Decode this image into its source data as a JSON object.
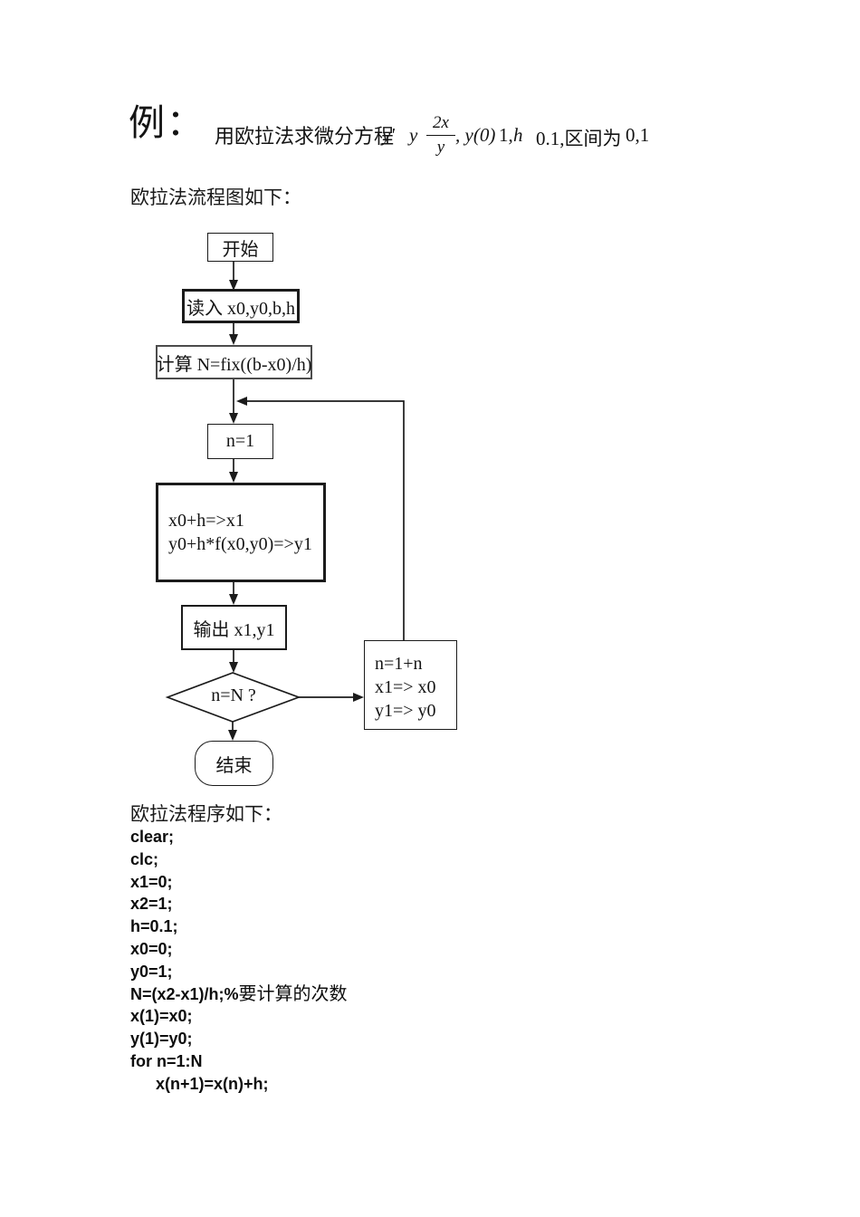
{
  "intro": {
    "example_label": "例：",
    "lead_text": "用欧拉法求微分方程",
    "formula": {
      "y_prime": "y'",
      "y_var": "y",
      "frac_num": "2x",
      "frac_den": "y",
      "after_frac": ", y(0)",
      "val_one": "1,",
      "h_var": "h",
      "val_step": "0.1,区间为",
      "interval": "0,1"
    }
  },
  "flowchart_caption": "欧拉法流程图如下：",
  "flowchart": {
    "start_label": "开始",
    "read_label": "读入 x0,y0,b,h",
    "calc_label": "计算 N=fix((b-x0)/h)",
    "init_label": "n=1",
    "compute_line1": "x0+h=>x1",
    "compute_line2": "y0+h*f(x0,y0)=>y1",
    "output_label": "输出 x1,y1",
    "decision_label": "n=N ?",
    "loop_line1": "n=1+n",
    "loop_line2": "x1=> x0",
    "loop_line3": "y1=> y0",
    "end_label": "结束"
  },
  "code": {
    "caption": "欧拉法程序如下：",
    "lines_before": [
      "clear;",
      "clc;",
      "x1=0;",
      "x2=1;",
      "h=0.1;",
      "x0=0;",
      "y0=1;"
    ],
    "comment_line": {
      "code": "N=(x2-x1)/h;%",
      "comment": "要计算的次数"
    },
    "lines_after": [
      "x(1)=x0;",
      "y(1)=y0;",
      "for n=1:N"
    ],
    "indented_line": "x(n+1)=x(n)+h;"
  },
  "colors": {
    "ink": "#141414",
    "background": "#ffffff"
  }
}
